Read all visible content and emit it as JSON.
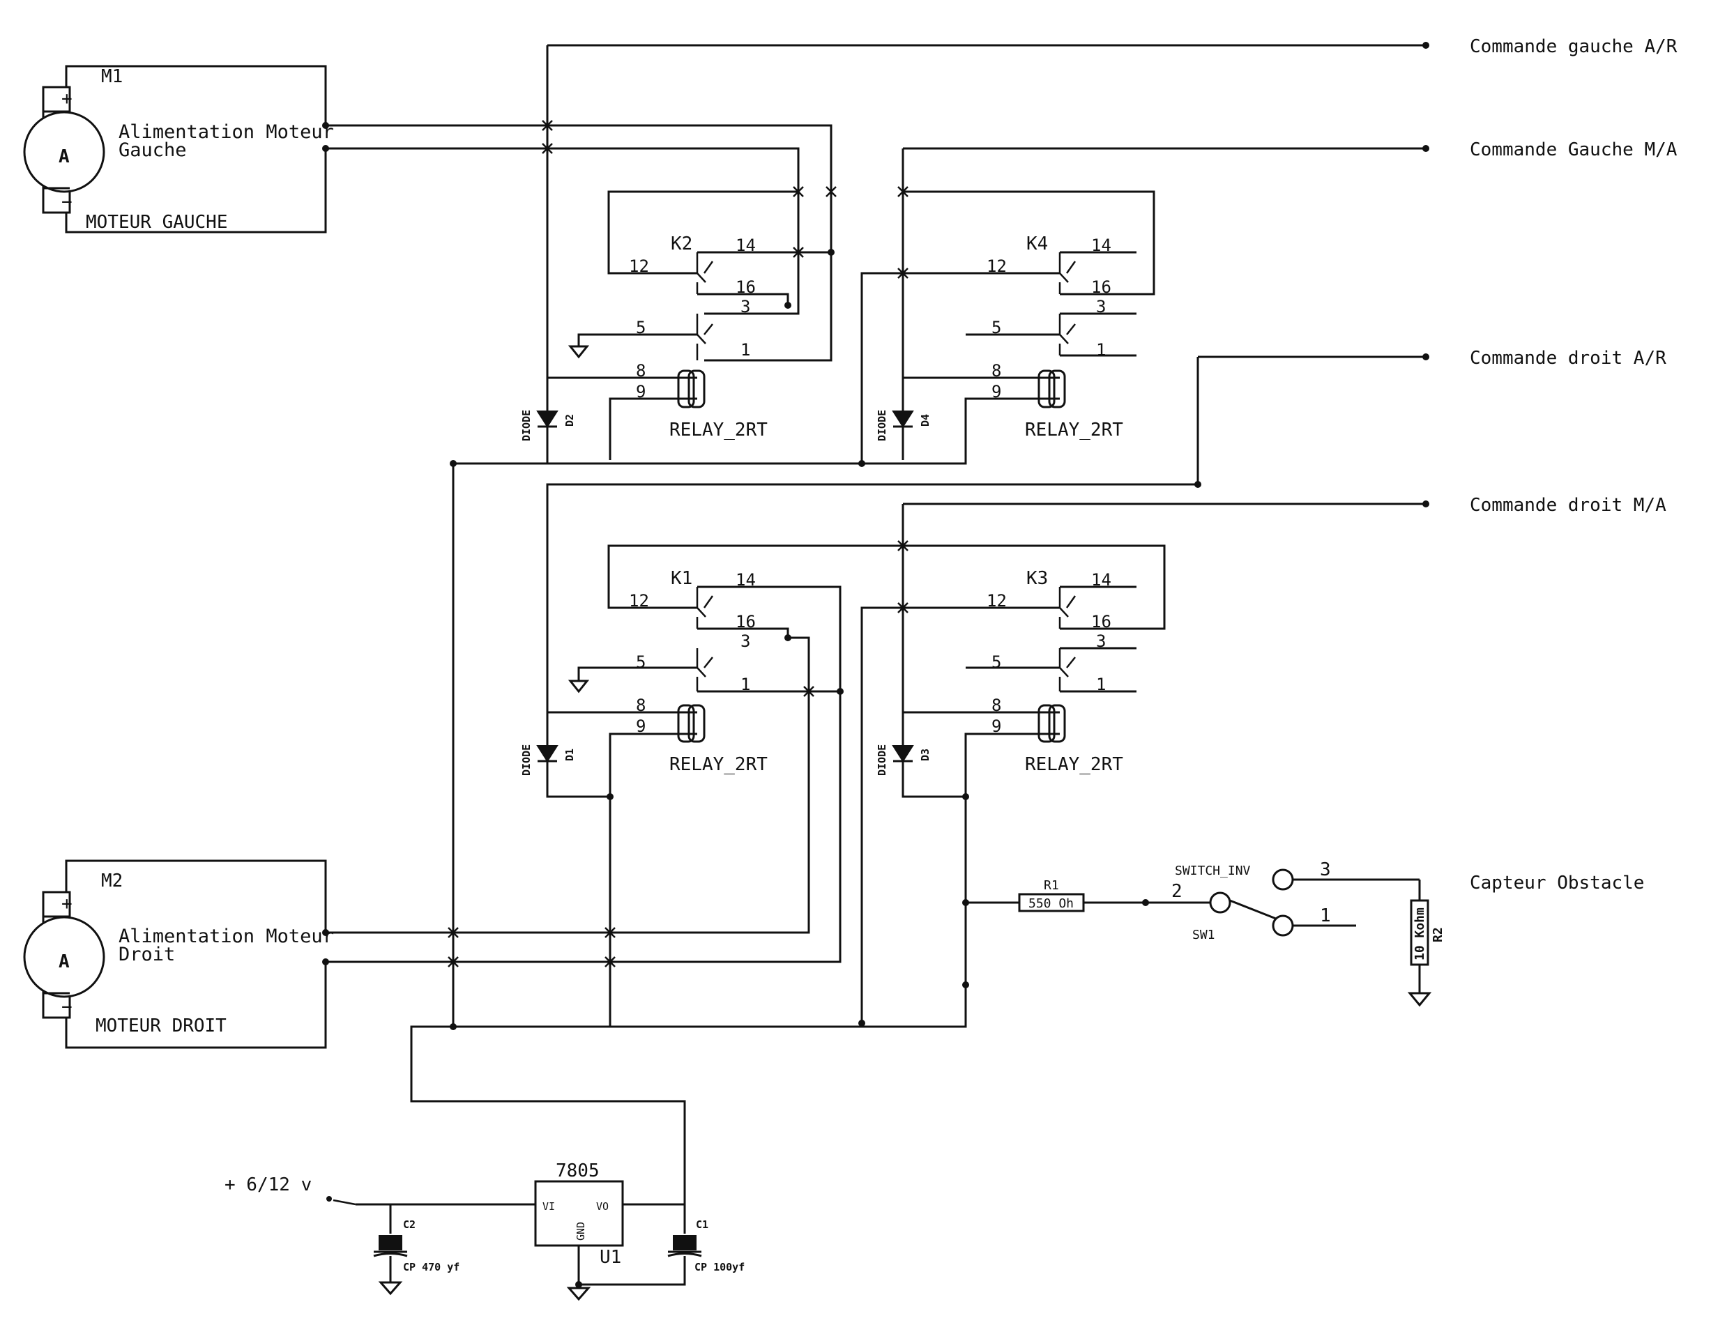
{
  "signals": {
    "cmd_left_ar": "Commande gauche A/R",
    "cmd_left_ma": "Commande Gauche M/A",
    "cmd_right_ar": "Commande droit A/R",
    "cmd_right_ma": "Commande droit M/A",
    "sensor": "Capteur Obstacle"
  },
  "motors": {
    "m1": {
      "ref": "M1",
      "symbol": "A",
      "plus": "+",
      "minus": "−",
      "label1": "Alimentation Moteur",
      "label2": "Gauche",
      "value": "MOTEUR GAUCHE"
    },
    "m2": {
      "ref": "M2",
      "symbol": "A",
      "plus": "+",
      "minus": "−",
      "label1": "Alimentation Moteur",
      "label2": "Droit",
      "value": "MOTEUR DROIT"
    }
  },
  "relays": {
    "k1": {
      "ref": "K1",
      "value": "RELAY_2RT"
    },
    "k2": {
      "ref": "K2",
      "value": "RELAY_2RT"
    },
    "k3": {
      "ref": "K3",
      "value": "RELAY_2RT"
    },
    "k4": {
      "ref": "K4",
      "value": "RELAY_2RT"
    },
    "pins": {
      "p14": "14",
      "p12": "12",
      "p16": "16",
      "p3": "3",
      "p5": "5",
      "p1": "1",
      "p8": "8",
      "p9": "9"
    }
  },
  "diodes": {
    "d1": {
      "ref": "D1",
      "value": "DIODE"
    },
    "d2": {
      "ref": "D2",
      "value": "DIODE"
    },
    "d3": {
      "ref": "D3",
      "value": "DIODE"
    },
    "d4": {
      "ref": "D4",
      "value": "DIODE"
    }
  },
  "resistors": {
    "r1": {
      "ref": "R1",
      "value": "550 Oh"
    },
    "r2": {
      "ref": "R2",
      "value": "10 Kohm"
    }
  },
  "switch": {
    "ref": "SW1",
    "value": "SWITCH_INV",
    "pin1": "1",
    "pin2": "2",
    "pin3": "3"
  },
  "regulator": {
    "ref": "U1",
    "value": "7805",
    "vi": "VI",
    "vo": "VO",
    "gnd": "GND"
  },
  "capacitors": {
    "c1": {
      "ref": "C1",
      "value": "CP 100yf"
    },
    "c2": {
      "ref": "C2",
      "value": "CP 470 yf"
    }
  },
  "supply": {
    "label": "+ 6/12 v"
  }
}
